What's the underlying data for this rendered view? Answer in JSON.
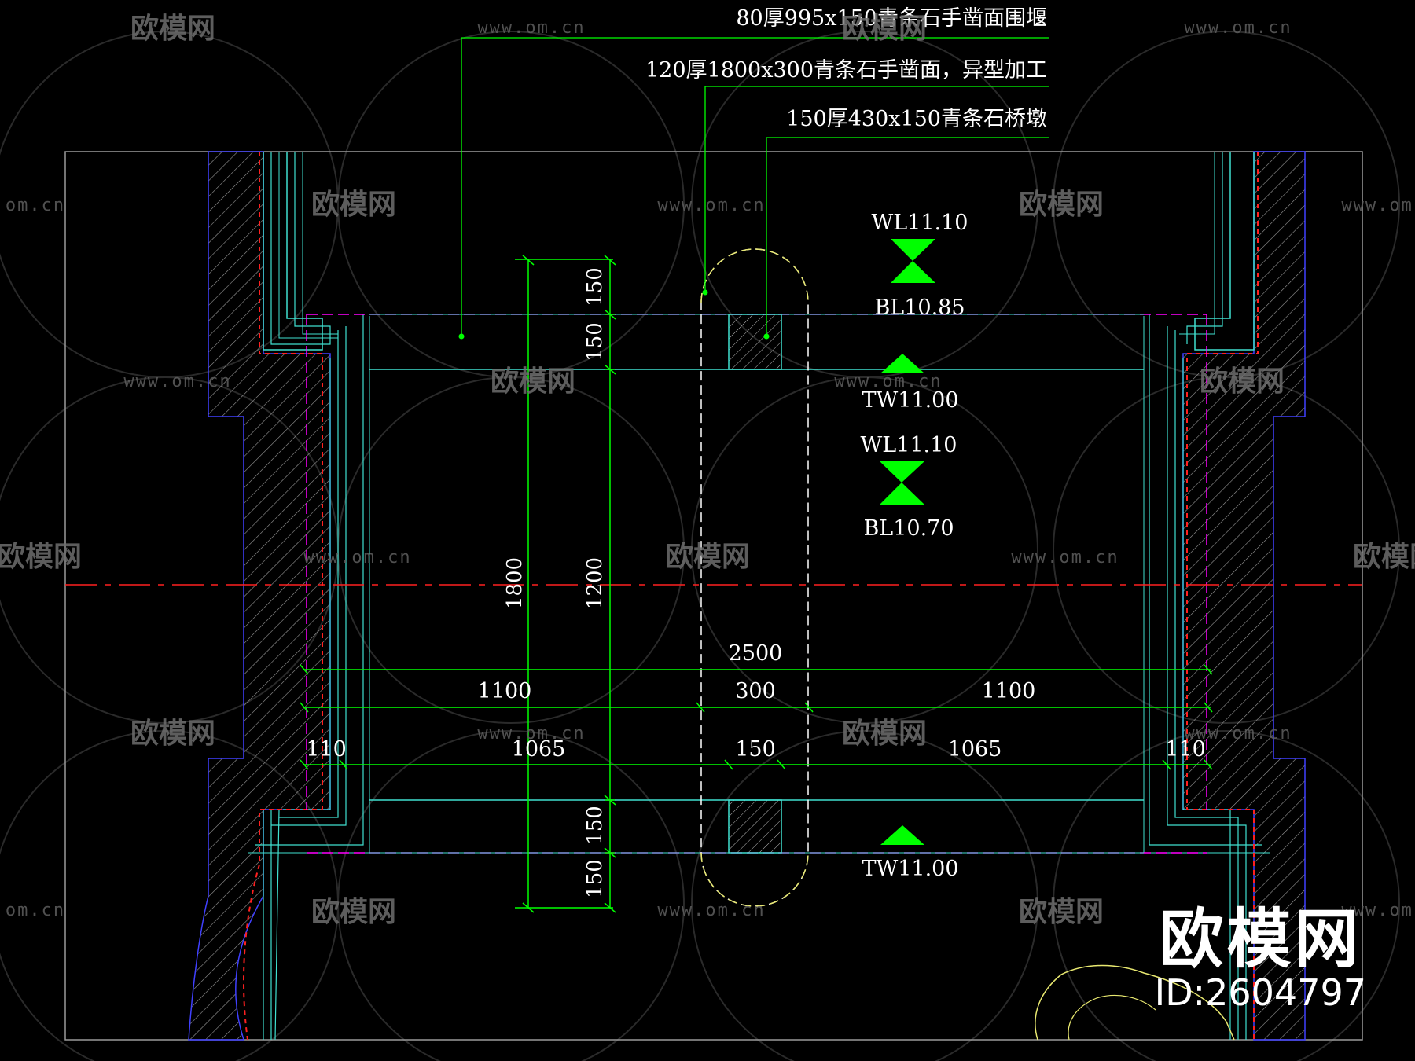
{
  "callouts": [
    "80厚995x150青条石手凿面围堰",
    "120厚1800x300青条石手凿面，异型加工",
    "150厚430x150青条石桥墩"
  ],
  "levels": {
    "wl_top": "WL11.10",
    "bl_top": "BL10.85",
    "tw_top": "TW11.00",
    "wl_mid": "WL11.10",
    "bl_mid": "BL10.70",
    "tw_bottom": "TW11.00"
  },
  "dimensions": {
    "top_150a": "150",
    "top_150b": "150",
    "v_1800": "1800",
    "v_1200": "1200",
    "total_2500": "2500",
    "left_1100": "1100",
    "mid_300": "300",
    "right_1100": "1100",
    "left_110": "110",
    "left_1065": "1065",
    "mid_150": "150",
    "right_1065": "1065",
    "right_110": "110",
    "bot_150a": "150",
    "bot_150b": "150"
  },
  "watermark": {
    "logo": "欧模网",
    "url": "www.om.cn",
    "url_partial": "om.cn"
  },
  "brand": {
    "logo": "欧模网",
    "id": "ID:2604797"
  },
  "colors": {
    "background": "#000000",
    "dim_green": "#00ff00",
    "cyan": "#40e0d0",
    "red_dash": "#ff2020",
    "magenta": "#ff00ff",
    "yellow": "#e8e870",
    "hatch": "#a0a0a0"
  }
}
